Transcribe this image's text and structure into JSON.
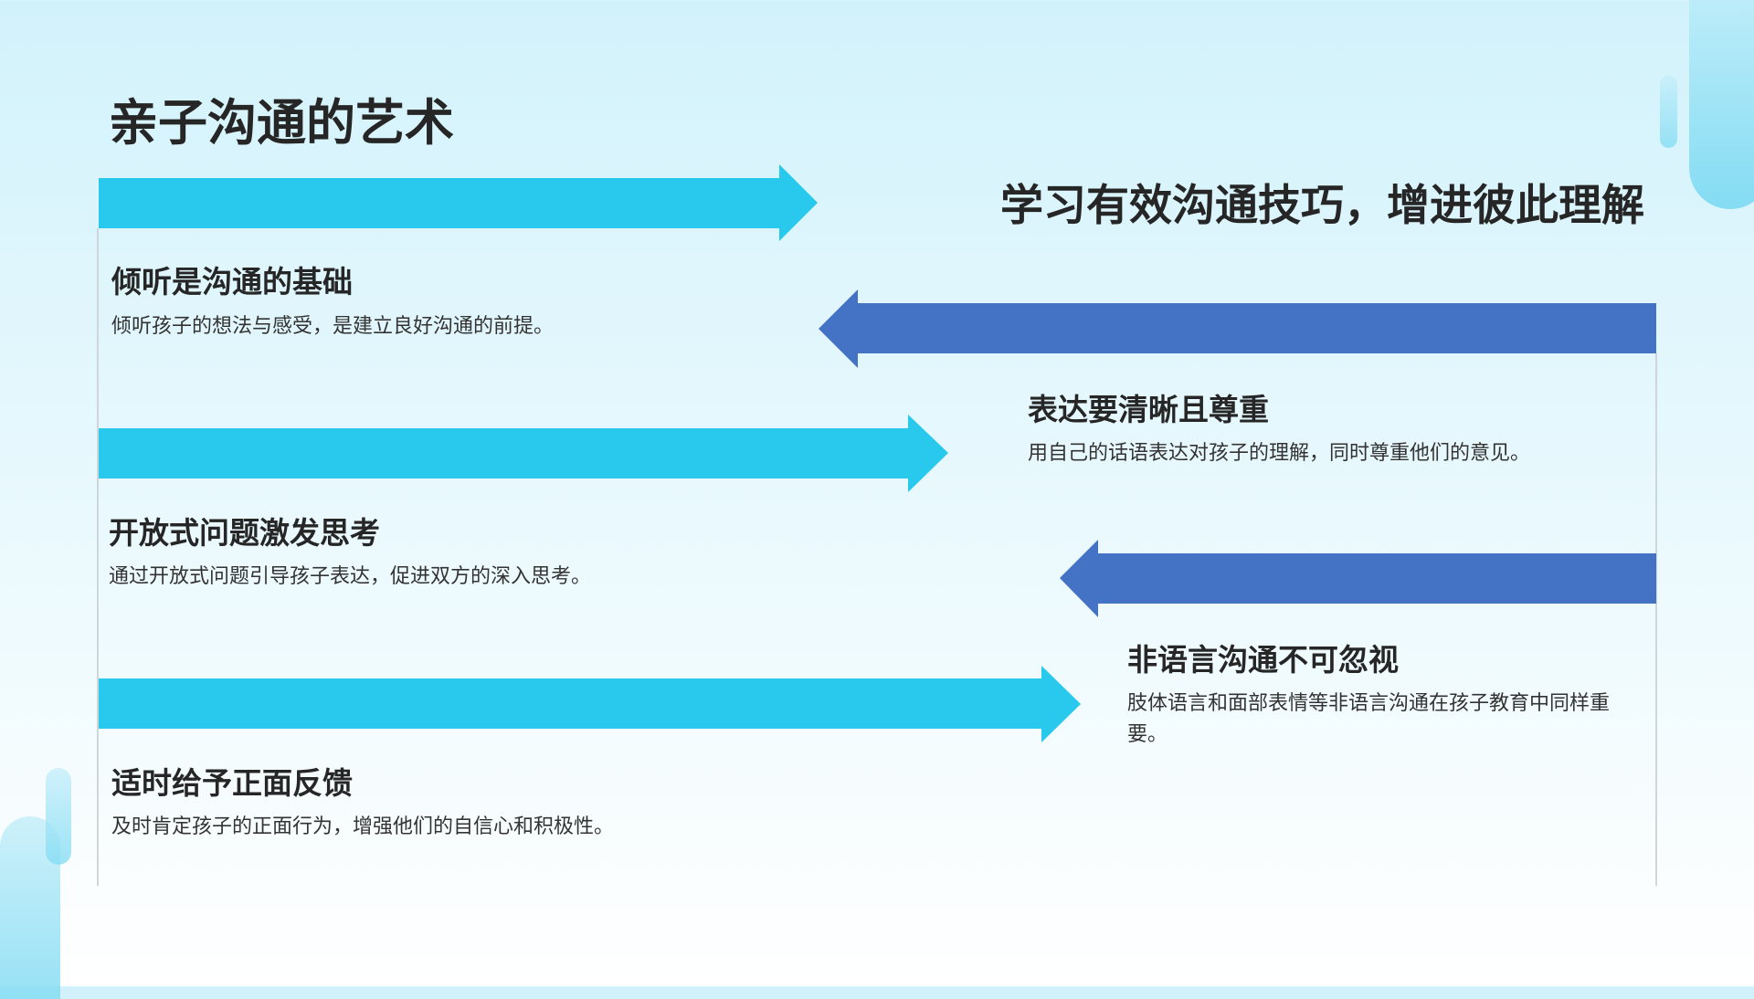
{
  "title": "亲子沟通的艺术",
  "subtitle": "学习有效沟通技巧，增进彼此理解",
  "colors": {
    "cyan": "#29C9EE",
    "blue": "#4472C4"
  },
  "items": [
    {
      "heading": "倾听是沟通的基础",
      "desc": "倾听孩子的想法与感受，是建立良好沟通的前提。"
    },
    {
      "heading": "表达要清晰且尊重",
      "desc": "用自己的话语表达对孩子的理解，同时尊重他们的意见。"
    },
    {
      "heading": "开放式问题激发思考",
      "desc": "通过开放式问题引导孩子表达，促进双方的深入思考。"
    },
    {
      "heading": "非语言沟通不可忽视",
      "desc": "肢体语言和面部表情等非语言沟通在孩子教育中同样重要。"
    },
    {
      "heading": "适时给予正面反馈",
      "desc": "及时肯定孩子的正面行为，增强他们的自信心和积极性。"
    }
  ]
}
